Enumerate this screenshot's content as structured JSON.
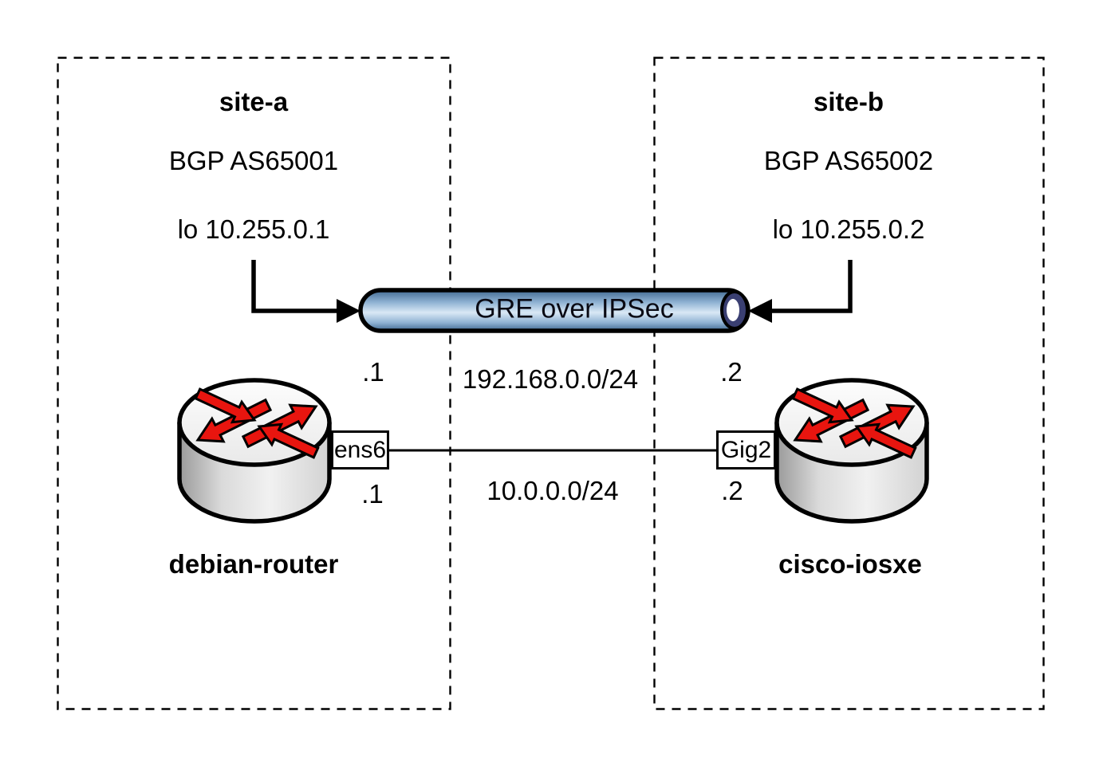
{
  "site_a": {
    "title": "site-a",
    "bgp": "BGP AS65001",
    "loopback": "lo 10.255.0.1",
    "router_name": "debian-router",
    "interface_label": "ens6",
    "tunnel_ip": ".1",
    "link_ip": ".1"
  },
  "site_b": {
    "title": "site-b",
    "bgp": "BGP AS65002",
    "loopback": "lo 10.255.0.2",
    "router_name": "cisco-iosxe",
    "interface_label": "Gig2",
    "tunnel_ip": ".2",
    "link_ip": ".2"
  },
  "tunnel": {
    "label": "GRE over IPSec",
    "subnet": "192.168.0.0/24"
  },
  "link": {
    "subnet": "10.0.0.0/24"
  },
  "colors": {
    "tunnel_dark": "#3f6890",
    "tunnel_medium": "#8fb2d3",
    "tunnel_light": "#d9e8f5",
    "tunnel_ring": "#3a3f72",
    "router_arrow_red": "#e8150f",
    "line_black": "#000000"
  }
}
